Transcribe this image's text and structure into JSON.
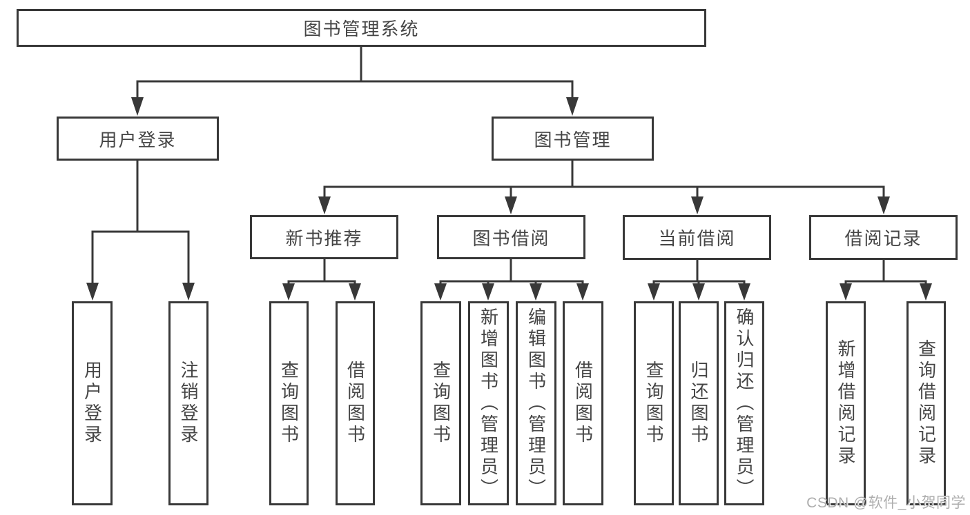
{
  "diagram": {
    "root": "图书管理系统",
    "level2": [
      "用户登录",
      "图书管理"
    ],
    "level3": [
      "新书推荐",
      "图书借阅",
      "当前借阅",
      "借阅记录"
    ],
    "leaves": {
      "user_login": [
        "用户登录",
        "注销登录"
      ],
      "new_books": [
        "查询图书",
        "借阅图书"
      ],
      "borrowing": [
        "查询图书",
        "新增图书（管理员）",
        "编辑图书（管理员）",
        "借阅图书"
      ],
      "current": [
        "查询图书",
        "归还图书",
        "确认归还（管理员）"
      ],
      "records": [
        "新增借阅记录",
        "查询借阅记录"
      ]
    }
  },
  "watermark": "CSDN @软件_小贺同学",
  "colors": {
    "line": "#383838",
    "text": "#454545",
    "watermark": "#adadad",
    "background": "#ffffff"
  }
}
